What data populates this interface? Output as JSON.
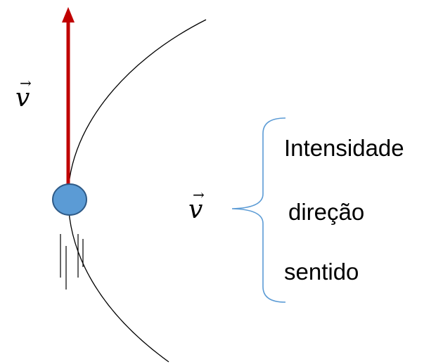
{
  "vector_symbol": {
    "letter": "v",
    "arrow": "→"
  },
  "properties": {
    "items": [
      "Intensidade",
      "direção",
      "sentido"
    ]
  },
  "colors": {
    "velocity_arrow": "#c00000",
    "ball_fill": "#5b9bd5",
    "ball_stroke": "#2e5a87",
    "brace": "#5b9bd5",
    "path": "#000000"
  }
}
